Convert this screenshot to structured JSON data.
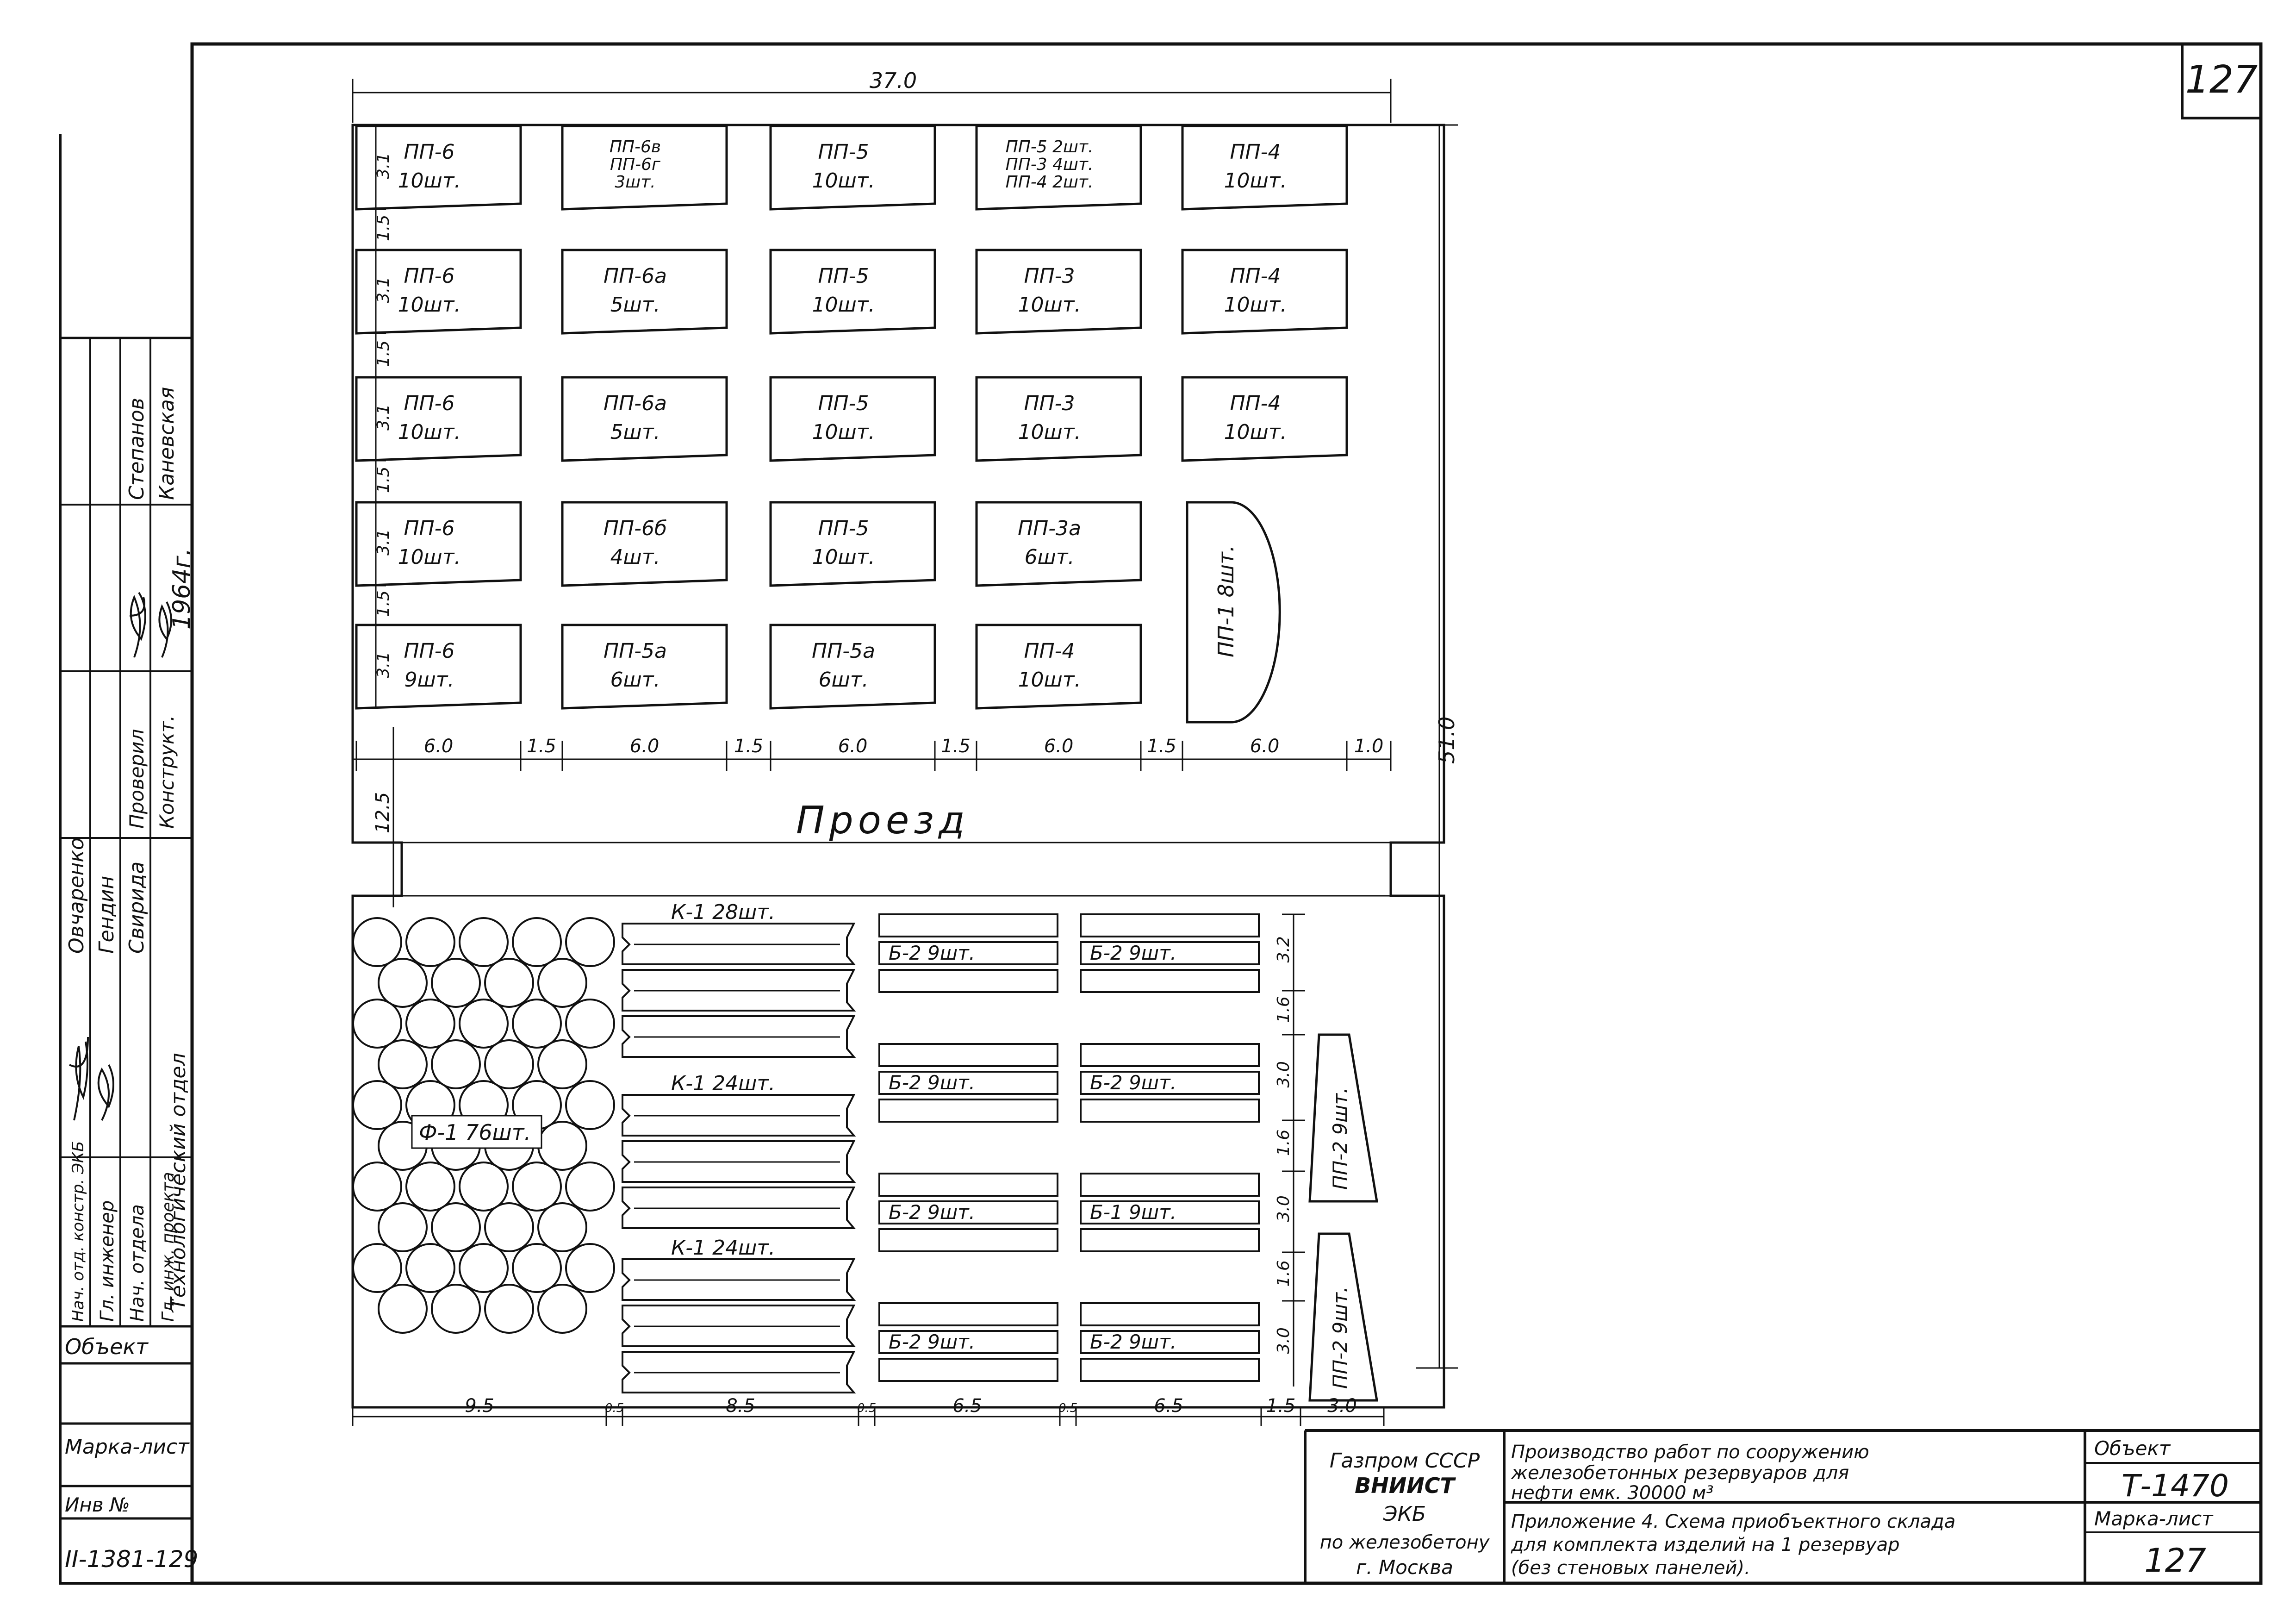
{
  "sheet": {
    "number": "127"
  },
  "total_width": "37.0",
  "total_height": "51.0",
  "road_label": "Проезд",
  "road_width": "12.5",
  "slab_rows": [
    {
      "slabs": [
        {
          "lines": [
            "ПП-6",
            "10шт."
          ]
        },
        {
          "lines": [
            "ПП-6в",
            "ПП-6г",
            "3шт."
          ]
        },
        {
          "lines": [
            "ПП-5",
            "10шт."
          ]
        },
        {
          "lines": [
            "ПП-5  2шт.",
            "ПП-3  4шт.",
            "ПП-4  2шт."
          ]
        },
        {
          "lines": [
            "ПП-4",
            "10шт."
          ]
        }
      ]
    },
    {
      "slabs": [
        {
          "lines": [
            "ПП-6",
            "10шт."
          ]
        },
        {
          "lines": [
            "ПП-6а",
            "5шт."
          ]
        },
        {
          "lines": [
            "ПП-5",
            "10шт."
          ]
        },
        {
          "lines": [
            "ПП-3",
            "10шт."
          ]
        },
        {
          "lines": [
            "ПП-4",
            "10шт."
          ]
        }
      ]
    },
    {
      "slabs": [
        {
          "lines": [
            "ПП-6",
            "10шт."
          ]
        },
        {
          "lines": [
            "ПП-6а",
            "5шт."
          ]
        },
        {
          "lines": [
            "ПП-5",
            "10шт."
          ]
        },
        {
          "lines": [
            "ПП-3",
            "10шт."
          ]
        },
        {
          "lines": [
            "ПП-4",
            "10шт."
          ]
        }
      ]
    },
    {
      "slabs": [
        {
          "lines": [
            "ПП-6",
            "10шт."
          ]
        },
        {
          "lines": [
            "ПП-6б",
            "4шт."
          ]
        },
        {
          "lines": [
            "ПП-5",
            "10шт."
          ]
        },
        {
          "lines": [
            "ПП-3а",
            "6шт."
          ]
        }
      ]
    },
    {
      "slabs": [
        {
          "lines": [
            "ПП-6",
            "9шт."
          ]
        },
        {
          "lines": [
            "ПП-5а",
            "6шт."
          ]
        },
        {
          "lines": [
            "ПП-5а",
            "6шт."
          ]
        },
        {
          "lines": [
            "ПП-4",
            "10шт."
          ]
        }
      ]
    }
  ],
  "half_slab_label": "ПП-1  8шт.",
  "row_heights": [
    "3.1",
    "1.5",
    "3.1",
    "1.5",
    "3.1",
    "1.5",
    "3.1",
    "1.5",
    "3.1"
  ],
  "top_dims": [
    "6.0",
    "1.5",
    "6.0",
    "1.5",
    "6.0",
    "1.5",
    "6.0",
    "1.5",
    "6.0",
    "1.0"
  ],
  "foundation_label": "Ф-1  76шт.",
  "column_labels": [
    "К-1  28шт.",
    "К-1  24шт.",
    "К-1  24шт."
  ],
  "beam_labels": [
    [
      "Б-2   9шт.",
      "Б-2   9шт."
    ],
    [
      "Б-2   9шт.",
      "Б-2   9шт."
    ],
    [
      "Б-2   9шт.",
      "Б-1   9шт."
    ],
    [
      "Б-2   9шт.",
      "Б-2   9шт."
    ]
  ],
  "wall_labels": [
    "ПП-2  9шт.",
    "ПП-2  9шт."
  ],
  "right_dims": [
    "3.2",
    "1.6",
    "3.0",
    "1.6",
    "3.0",
    "1.6",
    "3.0"
  ],
  "bottom_dims": [
    "9.5",
    "0.5",
    "8.5",
    "0.5",
    "6.5",
    "0.5",
    "6.5",
    "1.5",
    "3.0"
  ],
  "stamp_left": {
    "roles": [
      "Нач. отд. констр. ЭКБ",
      "Гл. инженер",
      "Нач. отдела",
      "Гл. инж. проекта"
    ],
    "names": [
      "Овчаренко",
      "Гендин",
      "Свирида"
    ],
    "dept": "Технологический отдел",
    "checked_role": "Проверил",
    "checked_name": "Степанов",
    "designer_role": "Конструкт.",
    "designer_name": "Каневская",
    "year": "1964г.",
    "object_label": "Объект",
    "mark_label": "Марка-лист",
    "inv_label": "Инв №",
    "inv_number": "II-1381-129"
  },
  "title_block": {
    "org": [
      "Газпром СССР",
      "ВНИИСТ",
      "ЭКБ",
      "по железобетону",
      "г. Москва"
    ],
    "title": [
      "Производство работ по сооружению",
      "железобетонных резервуаров для",
      "нефти емк. 30000 м³"
    ],
    "subtitle": [
      "Приложение 4. Схема приобъектного склада",
      "для комплекта изделий на 1 резервуар",
      "(без стеновых панелей)."
    ],
    "object_label": "Объект",
    "object_code": "Т-1470",
    "mark_label": "Марка-лист",
    "mark_value": "127"
  }
}
